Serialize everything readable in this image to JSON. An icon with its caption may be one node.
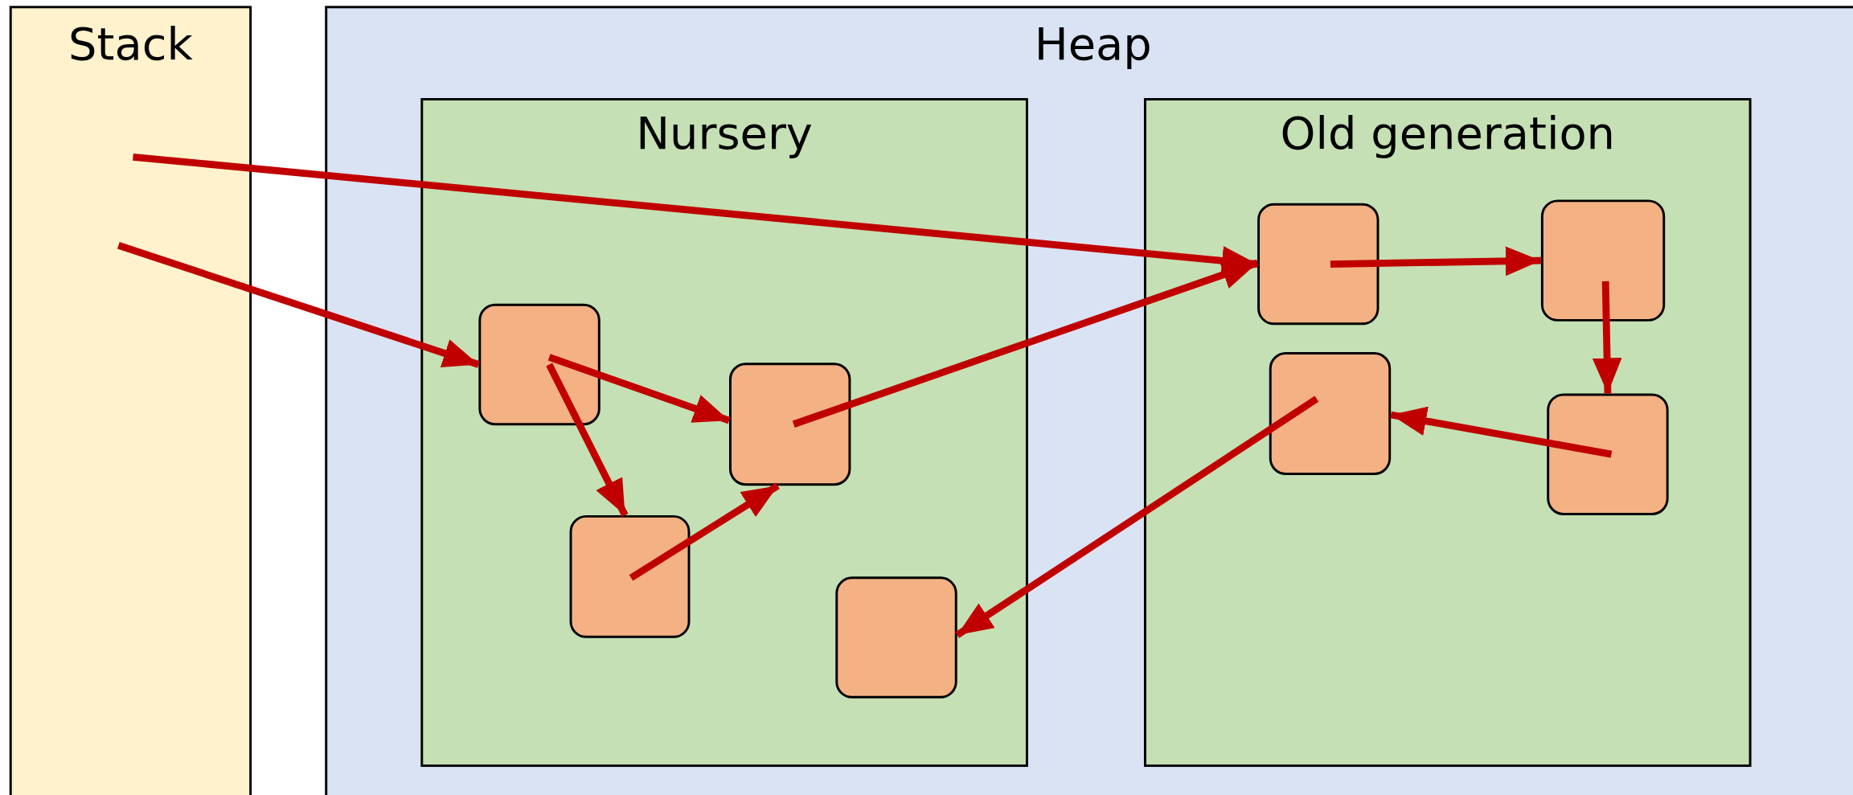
{
  "diagram": {
    "nodes": [
      {
        "text": [
          "Stack"
        ]
      },
      {
        "text": [
          "Heap"
        ]
      },
      {
        "text": [
          "Nursery"
        ],
        "in": 1
      },
      {
        "text": [
          "Old generation"
        ],
        "in": 1
      },
      {
        "text": [],
        "shape": "box",
        "in": 2
      },
      {
        "text": [],
        "shape": "box",
        "in": 2
      },
      {
        "text": [],
        "shape": "box",
        "in": 2
      },
      {
        "text": [],
        "shape": "box",
        "in": 2
      },
      {
        "text": [],
        "shape": "box",
        "in": 3
      },
      {
        "text": [],
        "shape": "box",
        "in": 3
      },
      {
        "text": [],
        "shape": "box",
        "in": 3
      },
      {
        "text": [],
        "shape": "box",
        "in": 3
      }
    ],
    "edges": [
      {
        "from": 0,
        "to": 8,
        "arrow": "to"
      },
      {
        "from": 0,
        "to": 4,
        "arrow": "to"
      },
      {
        "from": 4,
        "to": 5,
        "arrow": "to"
      },
      {
        "from": 4,
        "to": 6,
        "arrow": "to"
      },
      {
        "from": 6,
        "to": 5,
        "arrow": "to"
      },
      {
        "from": 5,
        "to": 8,
        "arrow": "to"
      },
      {
        "from": 8,
        "to": 9,
        "arrow": "to"
      },
      {
        "from": 9,
        "to": 11,
        "arrow": "to"
      },
      {
        "from": 11,
        "to": 10,
        "arrow": "to"
      },
      {
        "from": 10,
        "to": 7,
        "arrow": "to"
      }
    ]
  }
}
